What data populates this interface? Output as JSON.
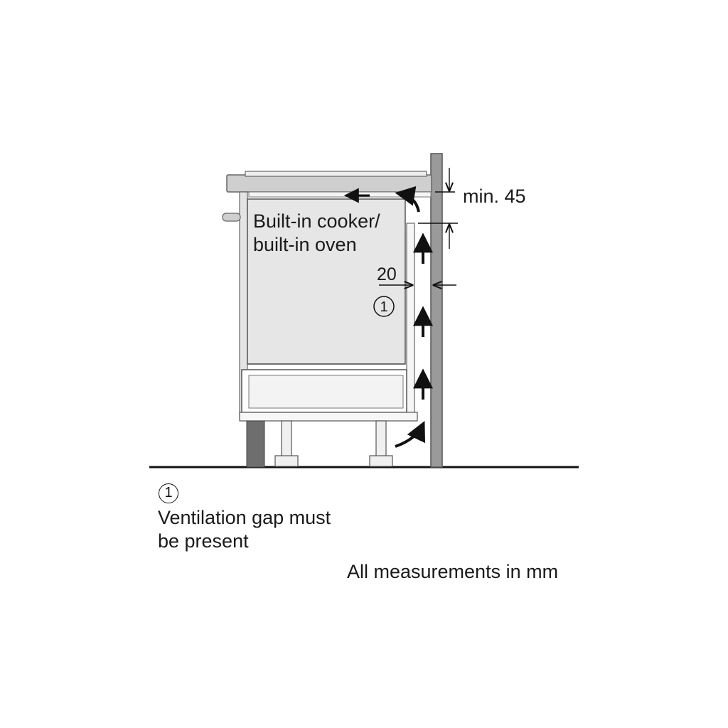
{
  "diagram": {
    "appliance_label_line1": "Built-in cooker/",
    "appliance_label_line2": "built-in oven",
    "dimension_top": "min. 45",
    "dimension_gap": "20",
    "callout_marker": "1"
  },
  "legend": {
    "marker": "1",
    "line1": "Ventilation gap must",
    "line2": "be present"
  },
  "footer_note": "All measurements in mm",
  "colors": {
    "appliance_fill": "#e6e6e6",
    "wall_fill": "#9a9a9a",
    "outline": "#555555",
    "arrow": "#111111"
  }
}
